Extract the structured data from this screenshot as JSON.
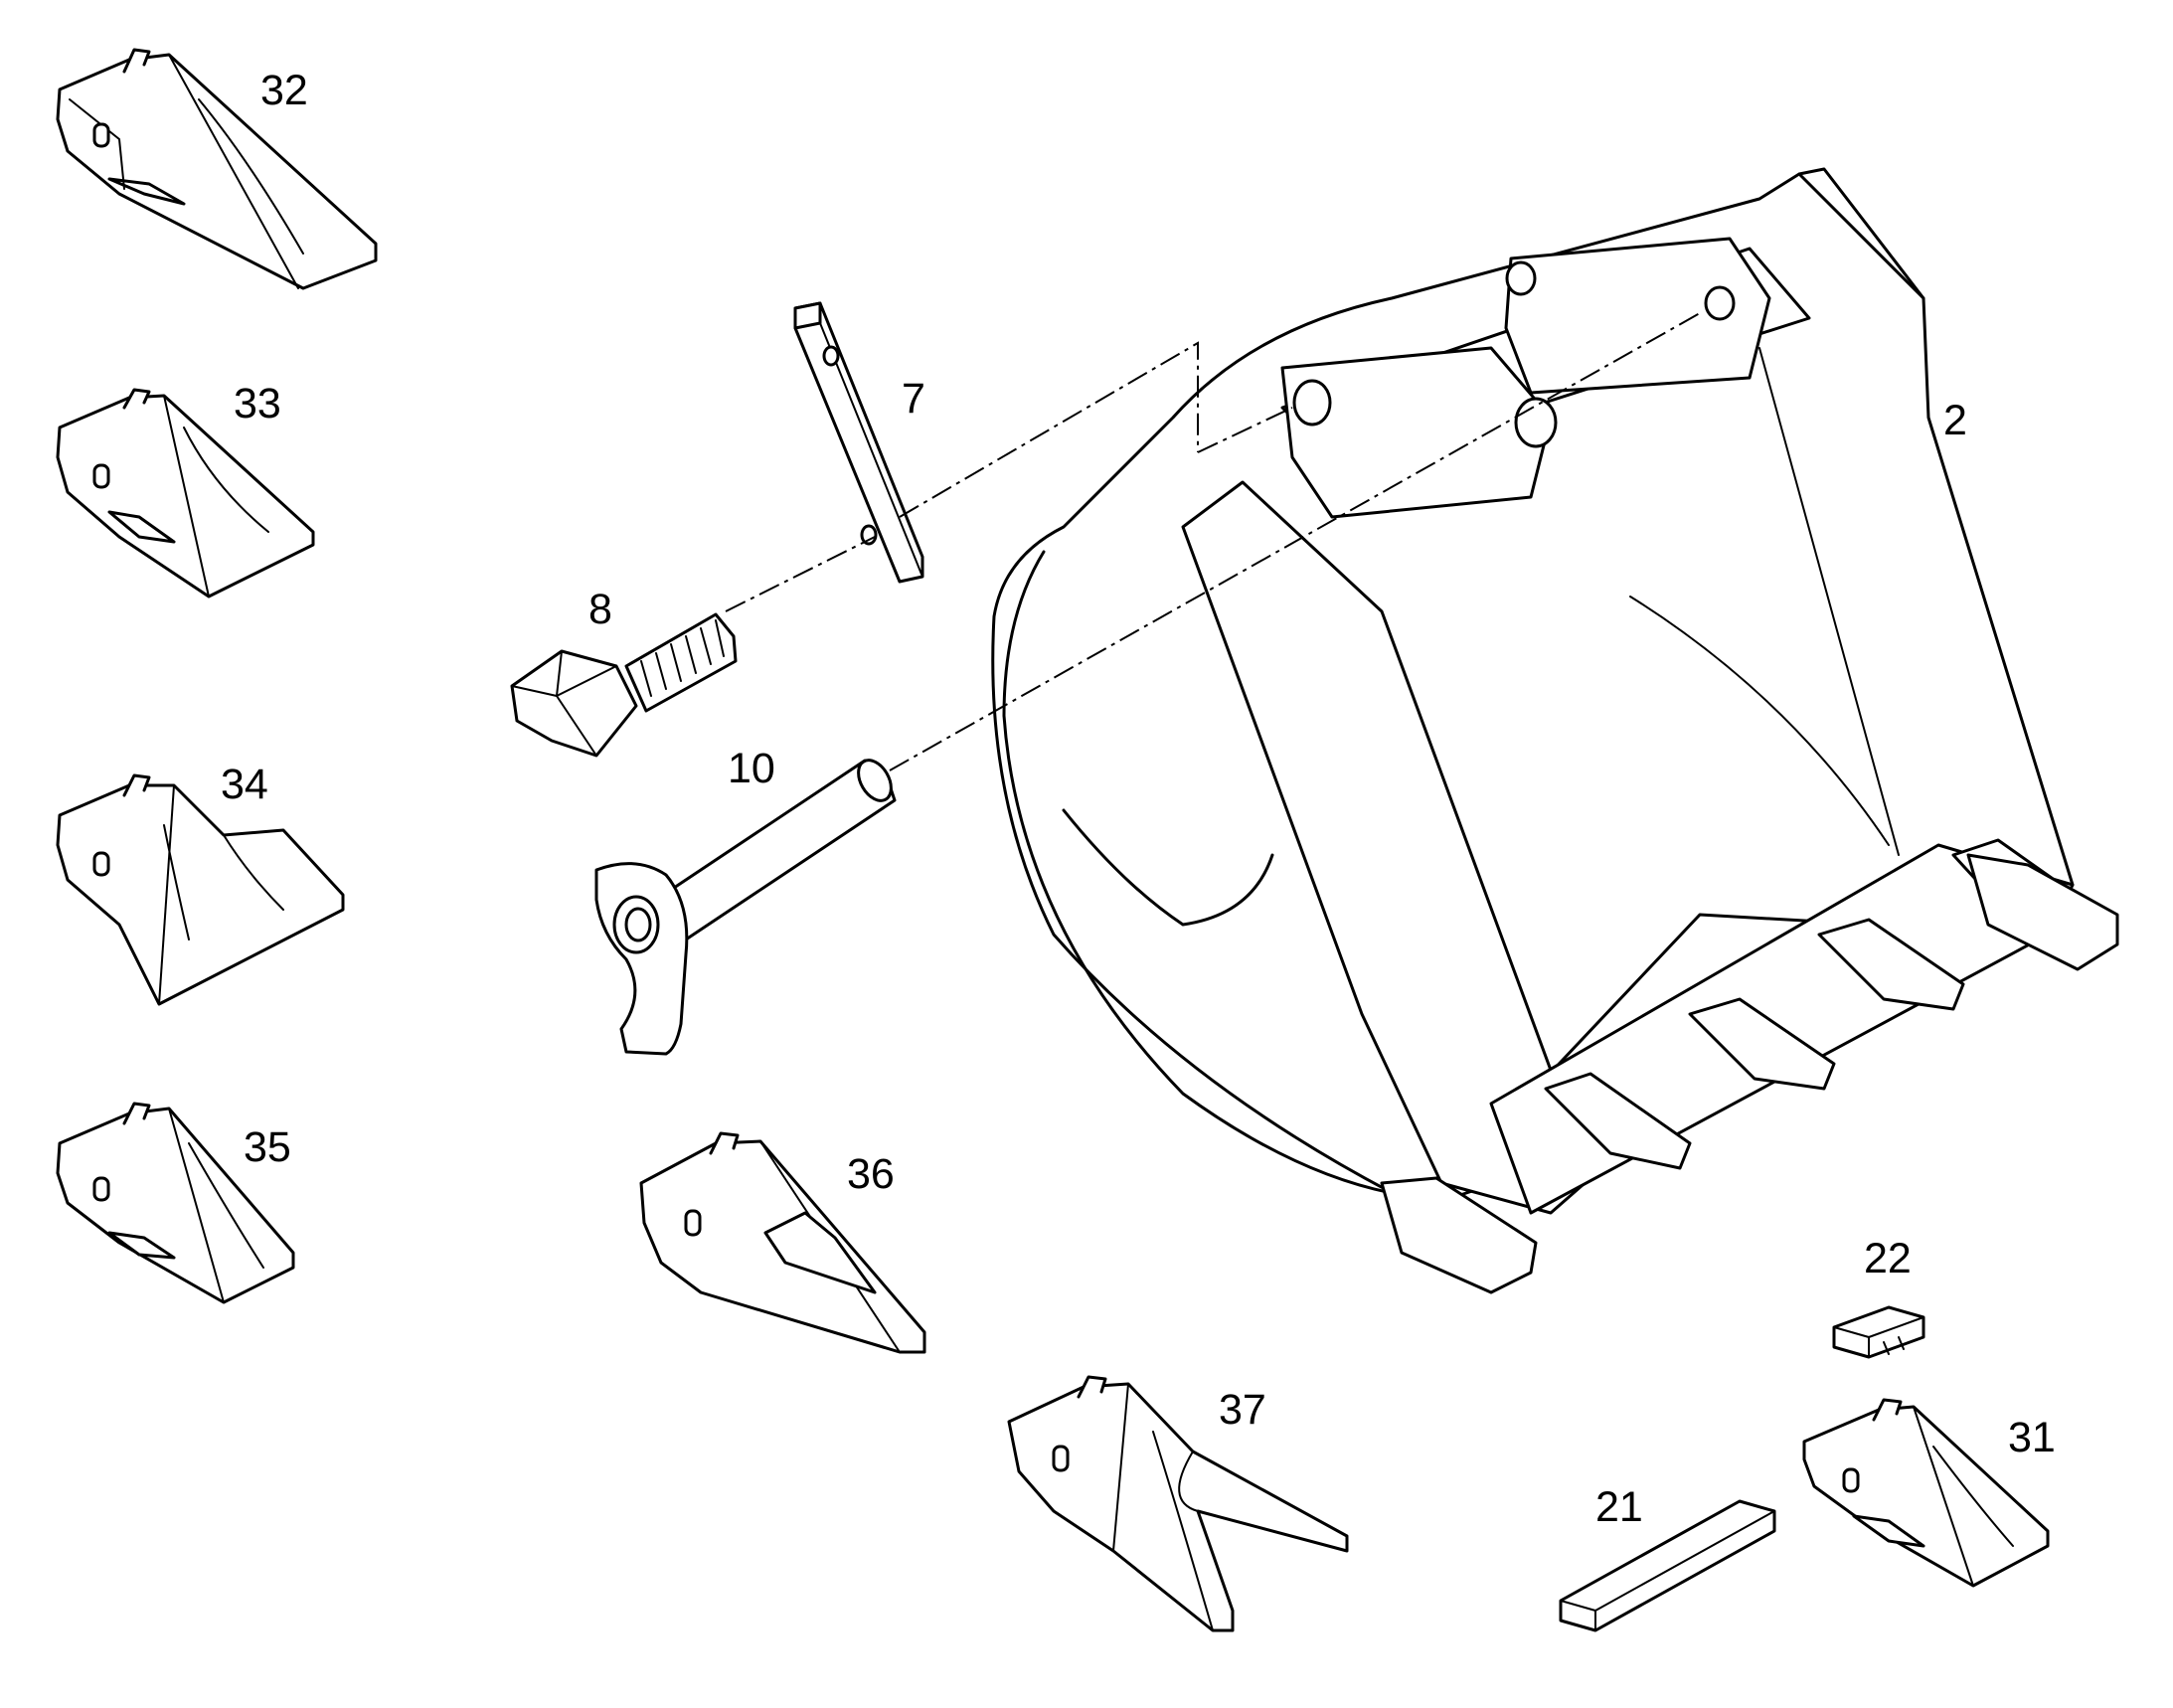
{
  "diagram": {
    "part_labels": [
      "32",
      "33",
      "34",
      "35",
      "7",
      "8",
      "10",
      "36",
      "37",
      "2",
      "22",
      "21",
      "31"
    ]
  }
}
